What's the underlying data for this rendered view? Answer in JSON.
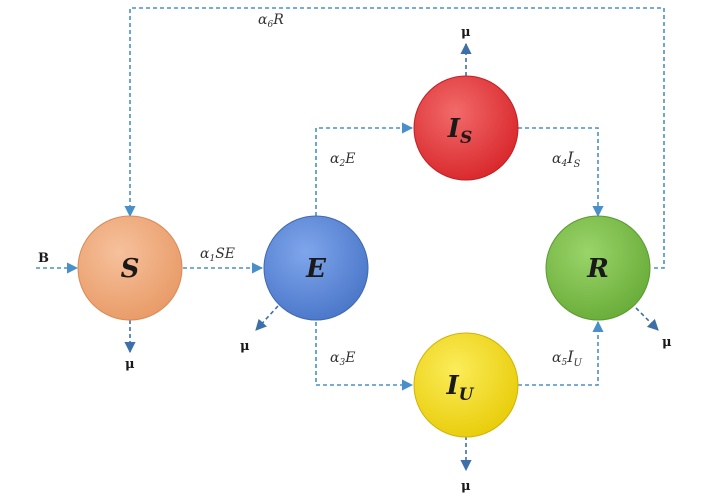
{
  "nodes": {
    "S": {
      "label": "S",
      "color": "#f0a878"
    },
    "E": {
      "label": "E",
      "color": "#5a86d8"
    },
    "Is": {
      "label": "I",
      "sub": "S",
      "color": "#e8383a"
    },
    "Iu": {
      "label": "I",
      "sub": "U",
      "color": "#f2dc18"
    },
    "R": {
      "label": "R",
      "color": "#7ec24a"
    }
  },
  "rates": {
    "a6R": {
      "alpha": "α",
      "idx": "6",
      "rest": "R"
    },
    "a1SE": {
      "alpha": "α",
      "idx": "1",
      "rest": "SE"
    },
    "a2E": {
      "alpha": "α",
      "idx": "2",
      "rest": "E"
    },
    "a3E": {
      "alpha": "α",
      "idx": "3",
      "rest": "E"
    },
    "a4Is": {
      "alpha": "α",
      "idx": "4",
      "rest": "I",
      "sub": "S"
    },
    "a5Iu": {
      "alpha": "α",
      "idx": "5",
      "rest": "I",
      "sub": "U"
    }
  },
  "inflow": "B",
  "mu": "μ",
  "colors": {
    "arrow": "#4a90c8",
    "outflow": "#3d6fa8"
  }
}
